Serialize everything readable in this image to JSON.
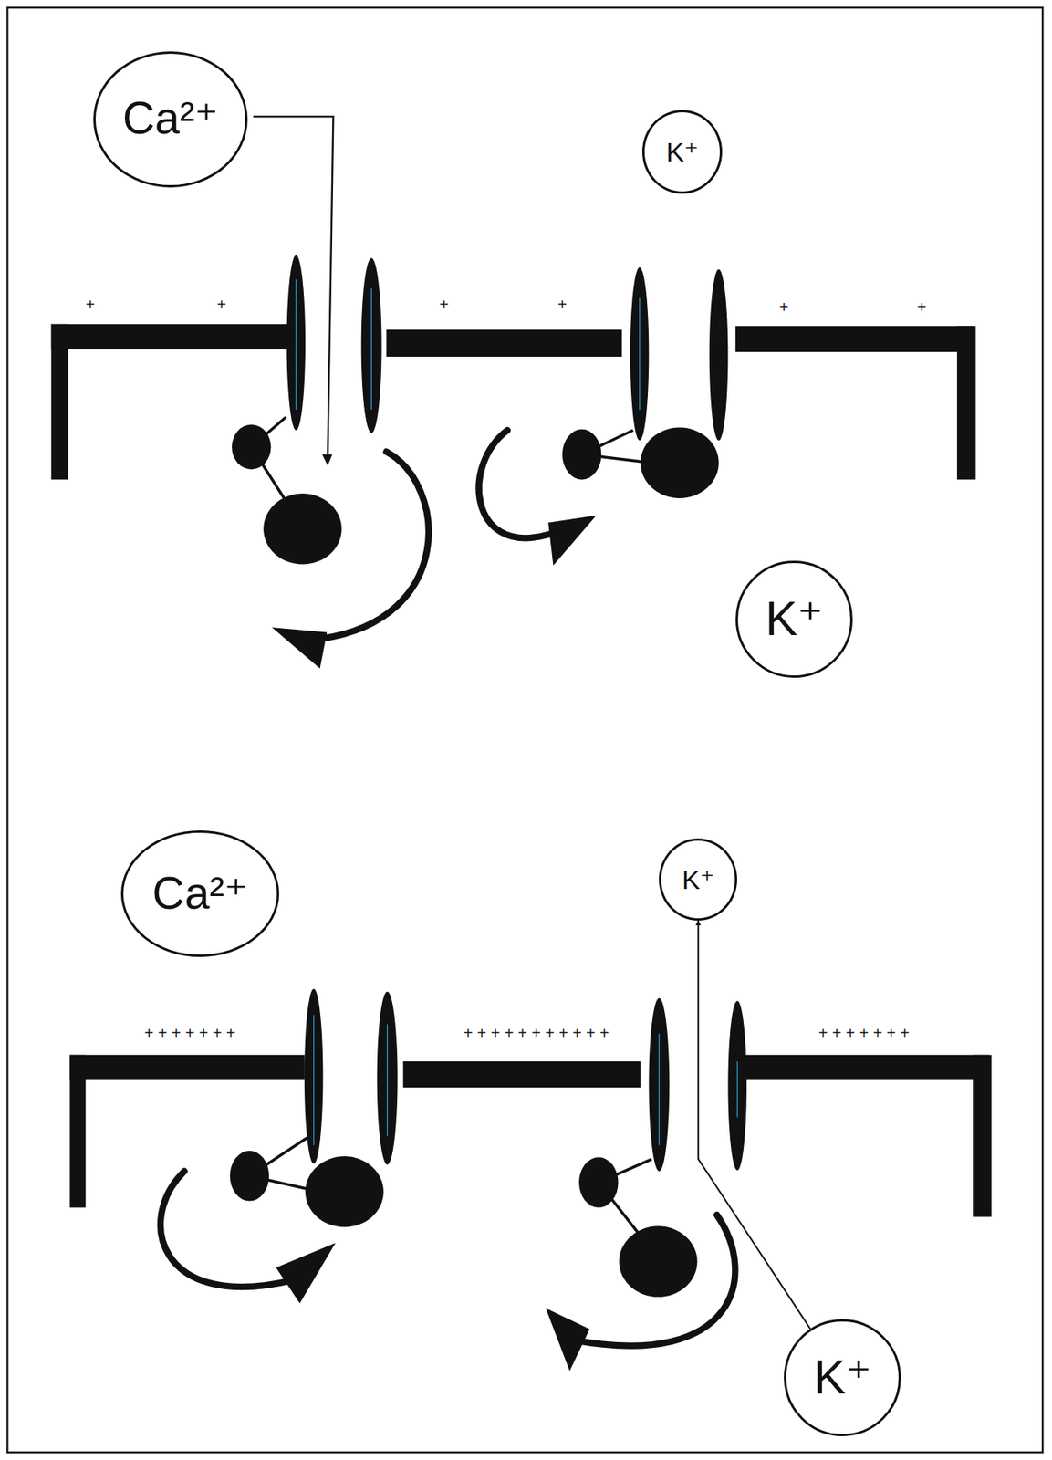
{
  "diagram": {
    "nodes": [
      {
        "text": [
          "Ca²⁺"
        ]
      },
      {
        "text": [
          "K⁺"
        ]
      },
      {
        "text": [
          "K⁺"
        ]
      },
      {
        "text": [
          "Ca²⁺"
        ]
      },
      {
        "text": [
          "K⁺"
        ]
      },
      {
        "text": [
          "K⁺"
        ]
      }
    ],
    "edges": [
      {
        "from": 5,
        "to": 4,
        "arrow": "to"
      }
    ],
    "labels": [
      "+",
      "+",
      "+",
      "+",
      "+",
      "+",
      "+ + + + + + +",
      "+ + + + + + + + + + +",
      "+ + + + + + +"
    ]
  }
}
